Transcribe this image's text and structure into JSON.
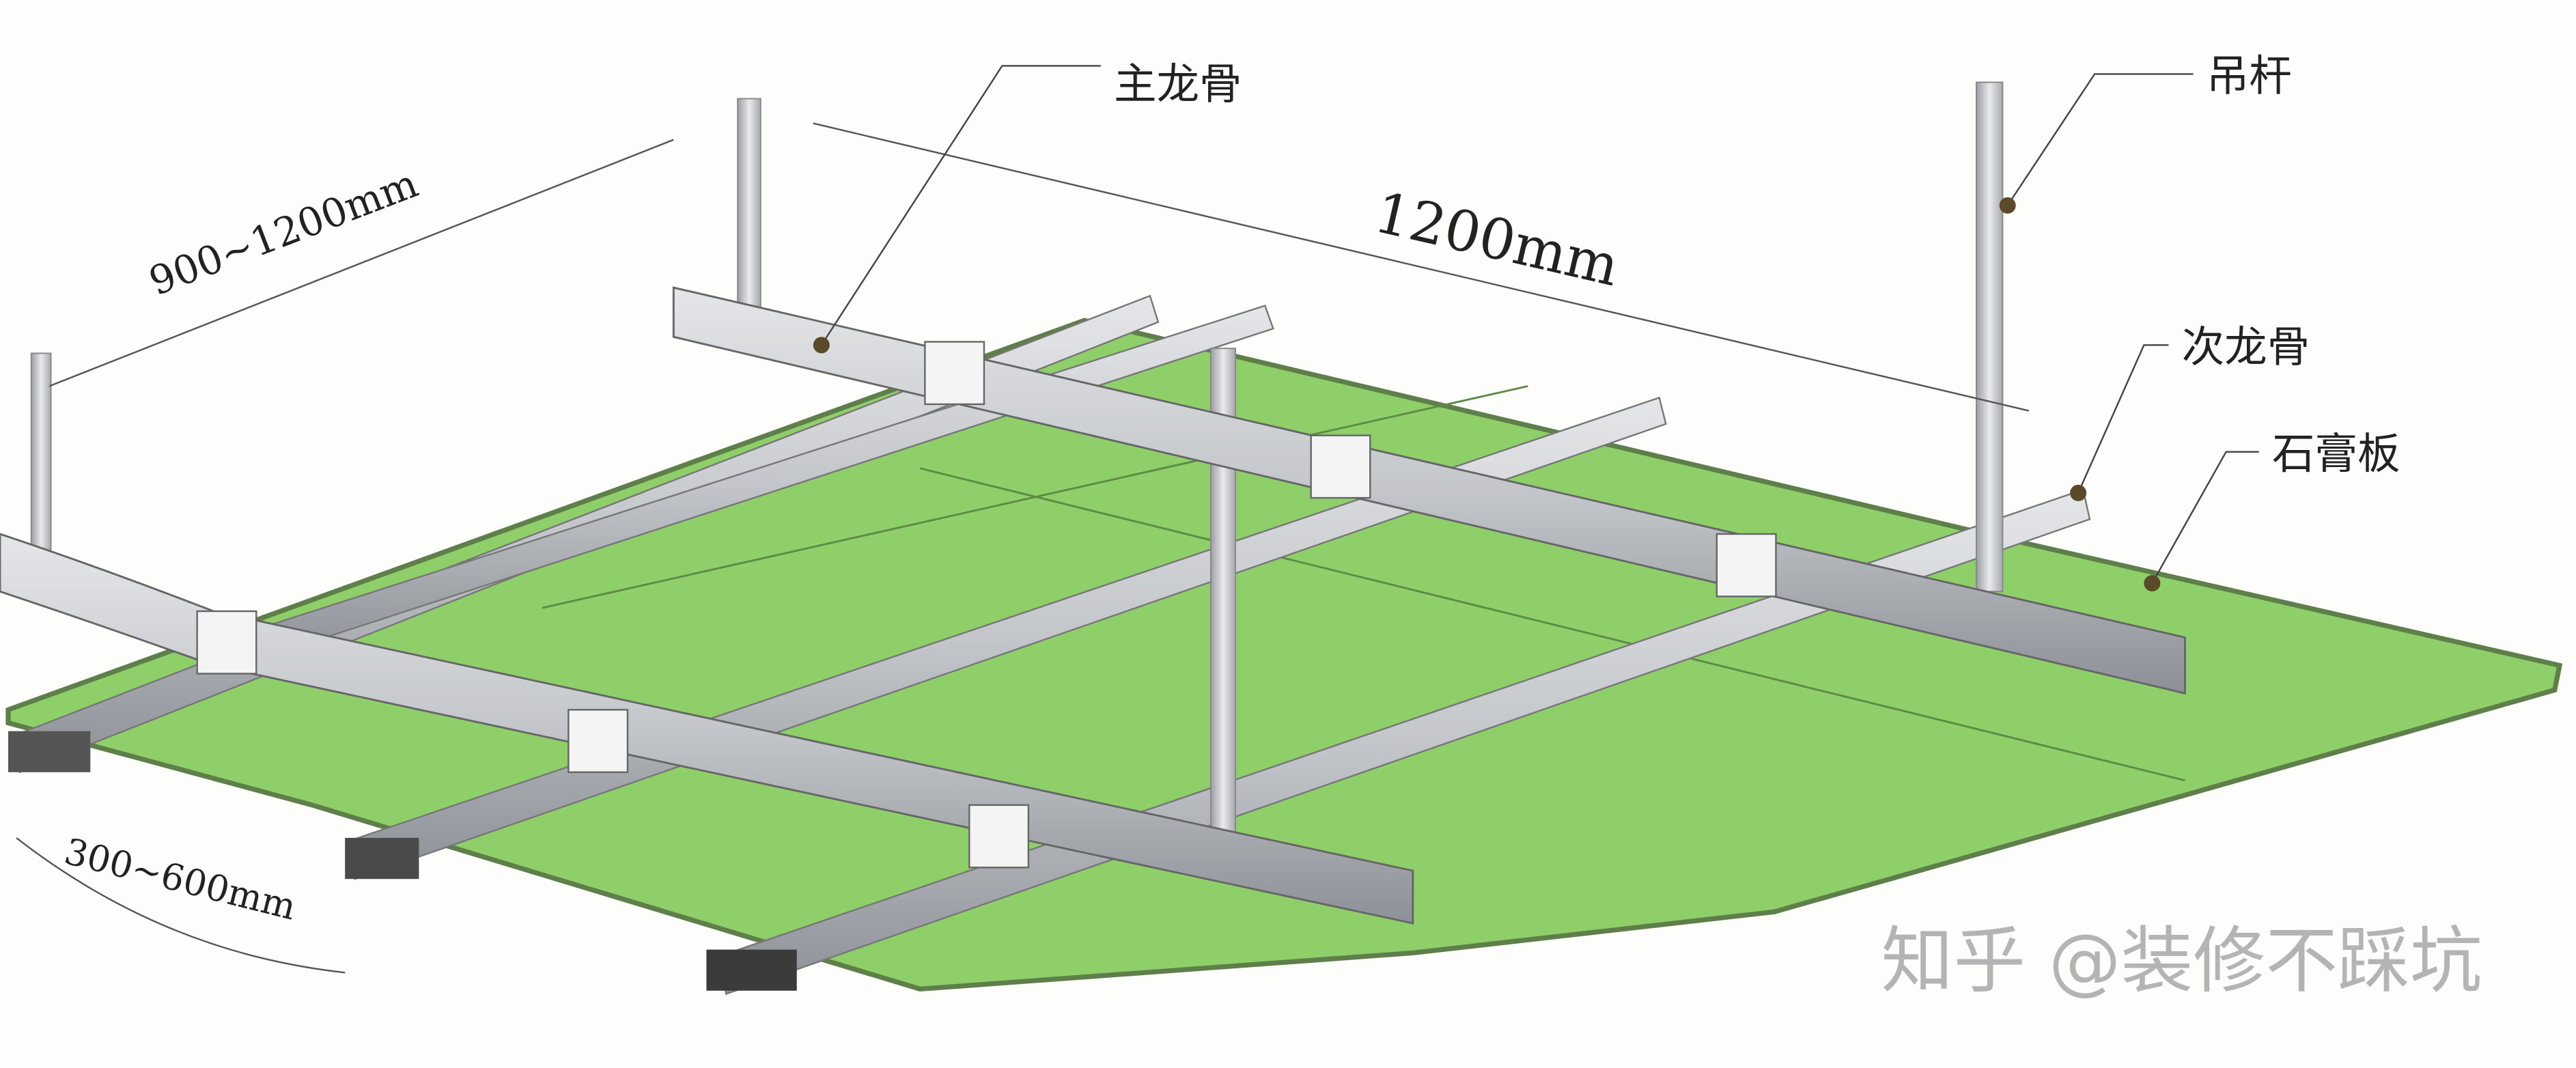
{
  "labels": {
    "main_runner": "主龙骨",
    "hanger_rod": "吊杆",
    "secondary_runner": "次龙骨",
    "gypsum_board": "石膏板"
  },
  "dimensions": {
    "hanger_spacing": "900~1200mm",
    "main_spacing": "1200mm",
    "secondary_spacing": "300~600mm"
  },
  "watermark": "知乎 @装修不踩坑",
  "colors": {
    "board": "#8fcf6a",
    "board_edge": "#5f7f4a",
    "metal": "#c9ccd0",
    "metal_dark": "#8d9197",
    "background": "#fdfdfb"
  }
}
